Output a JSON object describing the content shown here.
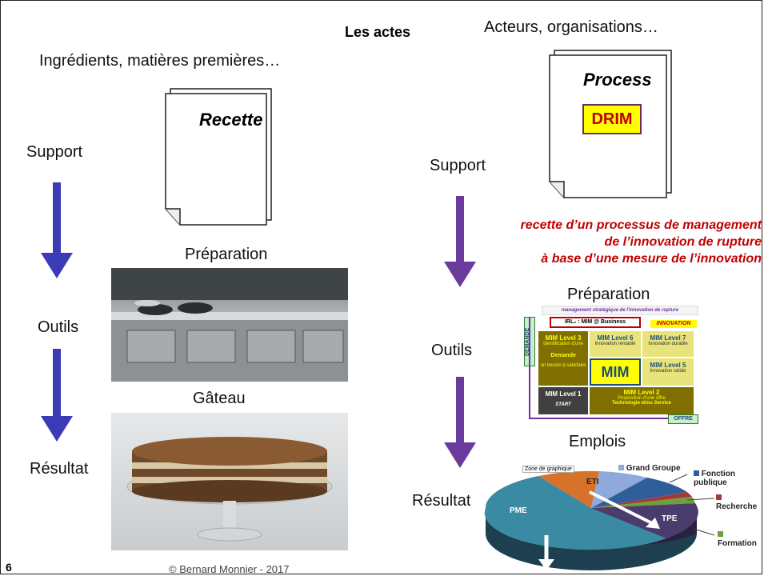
{
  "header": {
    "title": "Les actes"
  },
  "left": {
    "ingredients": "Ingrédients, matières premières…",
    "doc_title": "Recette",
    "support": "Support",
    "outils": "Outils",
    "resultat": "Résultat",
    "preparation": "Préparation",
    "gateau": "Gâteau"
  },
  "right": {
    "acteurs": "Acteurs, organisations…",
    "doc_title": "Process",
    "drim": "DRIM",
    "support": "Support",
    "outils": "Outils",
    "resultat": "Résultat",
    "preparation": "Préparation",
    "emplois": "Emplois",
    "red_line1": "recette d’un processus de management",
    "red_line2": "de l’innovation  de rupture",
    "red_line3": "à base d’une mesure de l’innovation"
  },
  "mim_diagram": {
    "top_banner": "management stratégique de l'innovation de rupture",
    "irl": "IRL₀ : MIM @ Business",
    "innovation": "INNOVATION",
    "demande_axis": "DEMANDE",
    "offre_axis": "OFFRE",
    "level3": "MIM Level 3",
    "level3_sub": "Identification d'une",
    "demande": "Demande",
    "besoin": "un besoin à satisfaire",
    "level6": "MIM Level 6",
    "level6_sub": "Innovation rentable",
    "level7": "MIM Level 7",
    "level7_sub": "Innovation durable",
    "level5": "MIM Level 5",
    "level5_sub": "Innovation solide",
    "mim": "MIM",
    "level1": "MIM Level 1",
    "start": "START",
    "level2": "MIM Level 2",
    "level2_sub": "Proposition d'une offre",
    "level2_sub2": "Technologie et/ou Service"
  },
  "pie": {
    "zone_label": "Zone de graphique",
    "legend": [
      {
        "label": "Grand Groupe",
        "color": "#8ea9db"
      },
      {
        "label": "Fonction publique",
        "color": "#2e5f9a"
      },
      {
        "label": "Recherche",
        "color": "#a33a3a"
      },
      {
        "label": "Formation",
        "color": "#70a03a"
      }
    ],
    "labels": {
      "pme": "PME",
      "eti": "ETI",
      "tpe": "TPE"
    }
  },
  "footer": {
    "copyright": "©  Bernard Monnier - 2017",
    "page": "6"
  }
}
